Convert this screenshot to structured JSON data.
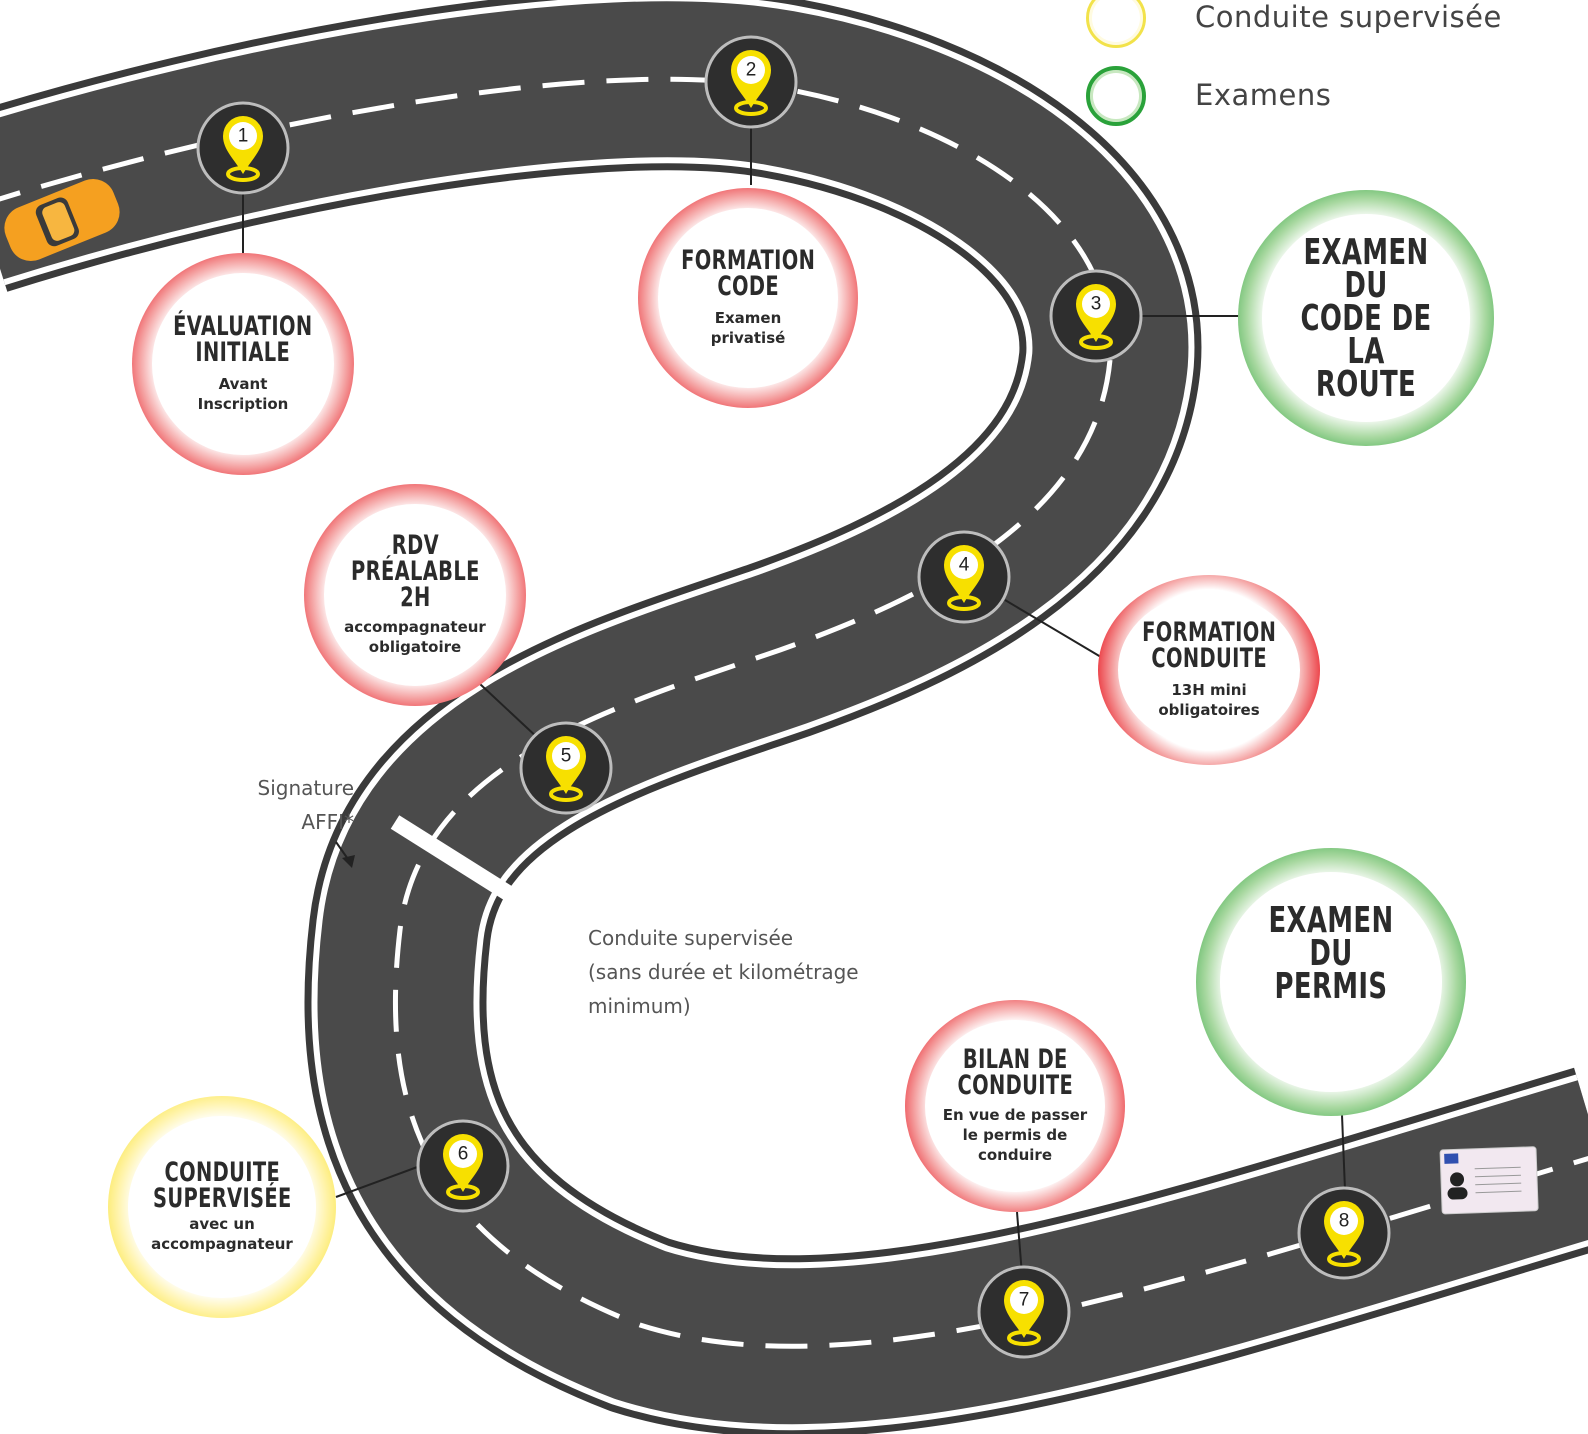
{
  "legend": [
    {
      "label": "Conduite supervisée",
      "ring_color": "#f2e24a"
    },
    {
      "label": "Examens",
      "ring_color": "#2aa23a"
    }
  ],
  "markers": [
    "1",
    "2",
    "3",
    "4",
    "5",
    "6",
    "7",
    "8"
  ],
  "steps": [
    {
      "title": "ÉVALUATION\nINITIALE",
      "subtitle": "Avant\nInscription",
      "type": "red"
    },
    {
      "title": "FORMATION\nCODE",
      "subtitle": "Examen\nprivatisé",
      "type": "red"
    },
    {
      "title": "EXAMEN DU\nCODE DE LA\nROUTE",
      "subtitle": "",
      "type": "green"
    },
    {
      "title": "FORMATION\nCONDUITE",
      "subtitle": "13H mini\nobligatoires",
      "type": "red"
    },
    {
      "title": "RDV\nPRÉALABLE 2H",
      "subtitle": "accompagnateur\nobligatoire",
      "type": "red"
    },
    {
      "title": "CONDUITE\nSUPERVISÉE",
      "subtitle": "avec un\naccompagnateur",
      "type": "yellow"
    },
    {
      "title": "BILAN DE\nCONDUITE",
      "subtitle": "En vue de passer\nle permis de\nconduire",
      "type": "red"
    },
    {
      "title": "EXAMEN DU\nPERMIS",
      "subtitle": "",
      "type": "green"
    }
  ],
  "notes": {
    "signature": "Signature\nAFFI*",
    "supervised": "Conduite supervisée\n(sans durée et kilométrage\nminimum)"
  },
  "colors": {
    "road": "#4a4a4a",
    "marker_pin": "#f7e000",
    "red": "#e8101a",
    "green": "#2aa23a",
    "yellow": "#f2d800"
  }
}
